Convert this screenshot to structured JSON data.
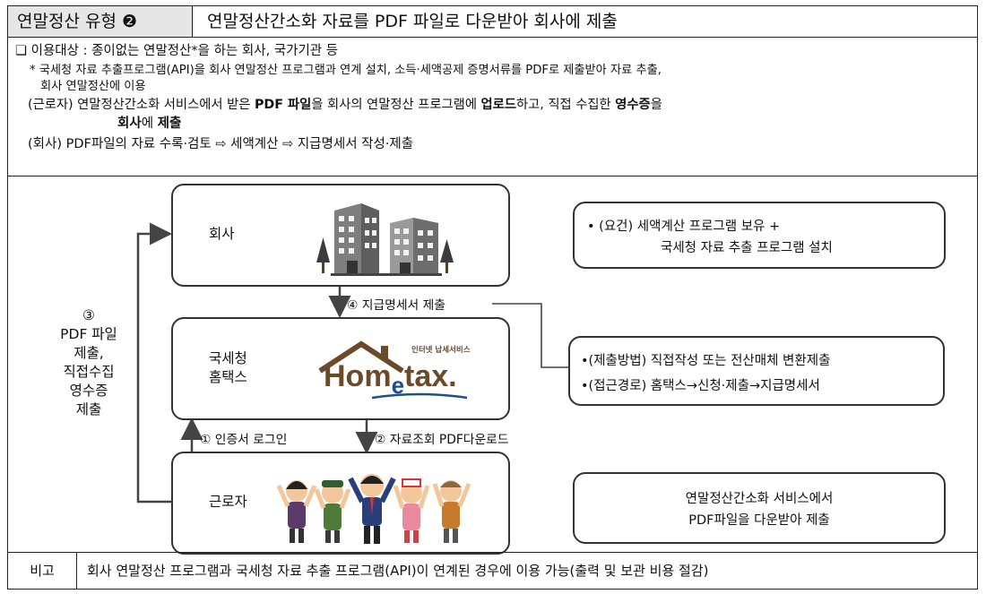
{
  "header": {
    "tag": "연말정산 유형 ❷",
    "title": "연말정산간소화 자료를 PDF 파일로 다운받아 회사에 제출"
  },
  "intro": {
    "line1": "❏ 이용대상 : 종이없는 연말정산*을 하는 회사, 국가기관 등",
    "note1": "* 국세청 자료 추출프로그램(API)을 회사 연말정산 프로그램과 연계 설치, 소득·세액공제 증명서류를 PDF로 제출받아 자료 추출,",
    "note2": "회사 연말정산에 이용",
    "worker_a": "(근로자) 연말정산간소화 서비스에서 받은 ",
    "worker_b": "PDF 파일",
    "worker_c": "을 회사의 연말정산 프로그램에 ",
    "worker_d": "업로드",
    "worker_e": "하고, 직접 수집한 ",
    "worker_f": "영수증",
    "worker_g": "을",
    "worker2_a": "회사",
    "worker2_b": "에 ",
    "worker2_c": "제출",
    "company": "(회사) PDF파일의 자료 수록·검토 ⇨ 세액계산 ⇨ 지급명세서 작성·제출"
  },
  "diagram": {
    "company_label": "회사",
    "nts_label_1": "국세청",
    "nts_label_2": "홈택스",
    "worker_label": "근로자",
    "hometax_small": "인터넷 납세서비스",
    "hometax_big_1": "Hom",
    "hometax_big_2": "e",
    "hometax_big_3": "tax.",
    "left_label": [
      "③",
      "PDF 파일",
      "제출,",
      "직접수집",
      "영수증",
      "제출"
    ],
    "step4": "④ 지급명세서 제출",
    "step1": "① 인증서 로그인",
    "step2": "② 자료조회 PDF다운로드",
    "info1_line1": "• (요건) 세액계산 프로그램 보유 +",
    "info1_line2": "국세청 자료 추출 프로그램 설치",
    "info2_line1": "•(제출방법) 직접작성 또는 전산매체 변환제출",
    "info2_line2": "•(접근경로) 홈택스→신청·제출→지급명세서",
    "info3_line1": "연말정산간소화 서비스에서",
    "info3_line2": "PDF파일을 다운받아 제출"
  },
  "footer": {
    "label": "비고",
    "text": "회사 연말정산 프로그램과 국세청 자료 추출 프로그램(API)이 연계된 경우에 이용 가능(출력 및 보관 비용 절감)"
  },
  "colors": {
    "header_bg": "#e6e6e6",
    "hometax_brown": "#6b4a2a",
    "hometax_blue": "#1d4f8f",
    "line": "#333333"
  }
}
